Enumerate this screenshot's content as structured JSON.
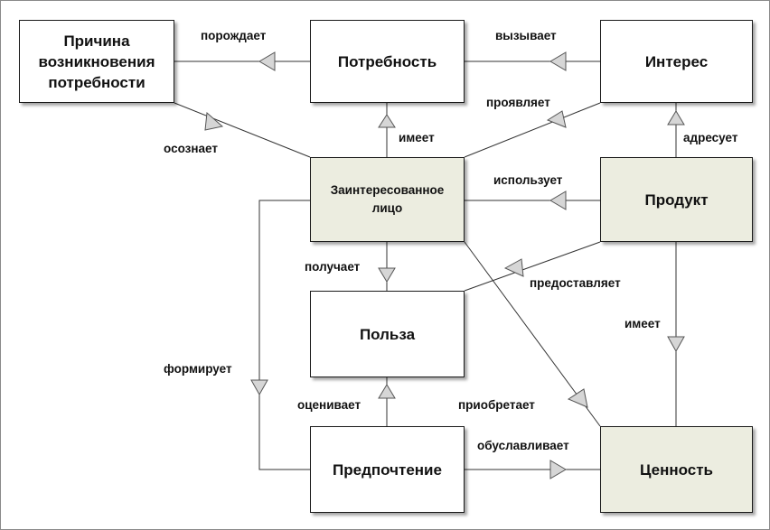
{
  "nodes": {
    "cause": "Причина возникновения потребности",
    "need": "Потребность",
    "interest": "Интерес",
    "stakeholder": "Заинтересованное лицо",
    "product": "Продукт",
    "benefit": "Польза",
    "preference": "Предпочтение",
    "value": "Ценность"
  },
  "labels": {
    "generates": "порождает",
    "causes": "вызывает",
    "manifests": "проявляет",
    "realizes": "осознает",
    "has_need": "имеет",
    "addresses": "адресует",
    "uses": "использует",
    "receives": "получает",
    "provides": "предоставляет",
    "has_value": "имеет",
    "forms": "формирует",
    "evaluates": "оценивает",
    "acquires": "приобретает",
    "determines": "обуславливает"
  },
  "colors": {
    "highlight_fill": "#ecede0",
    "node_fill": "#ffffff",
    "line": "#333333",
    "arrow_fill": "#d6d6d6"
  }
}
